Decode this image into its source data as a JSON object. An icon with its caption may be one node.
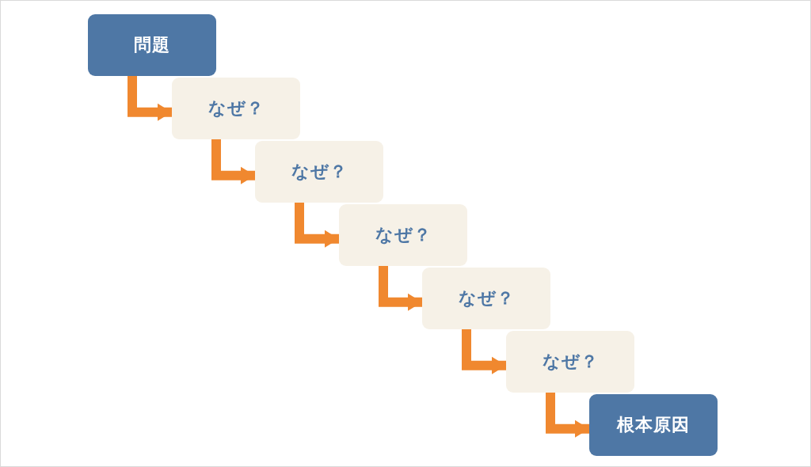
{
  "diagram": {
    "nodes": [
      {
        "text": [
          "問題"
        ]
      },
      {
        "text": [
          "なぜ？"
        ]
      },
      {
        "text": [
          "なぜ？"
        ]
      },
      {
        "text": [
          "なぜ？"
        ]
      },
      {
        "text": [
          "なぜ？"
        ]
      },
      {
        "text": [
          "なぜ？"
        ]
      },
      {
        "text": [
          "根本原因"
        ]
      }
    ],
    "edges": [
      {
        "from": 0,
        "to": 1,
        "arrow": "to"
      },
      {
        "from": 1,
        "to": 2,
        "arrow": "to"
      },
      {
        "from": 2,
        "to": 3,
        "arrow": "to"
      },
      {
        "from": 3,
        "to": 4,
        "arrow": "to"
      },
      {
        "from": 4,
        "to": 5,
        "arrow": "to"
      },
      {
        "from": 5,
        "to": 6,
        "arrow": "to"
      }
    ]
  }
}
